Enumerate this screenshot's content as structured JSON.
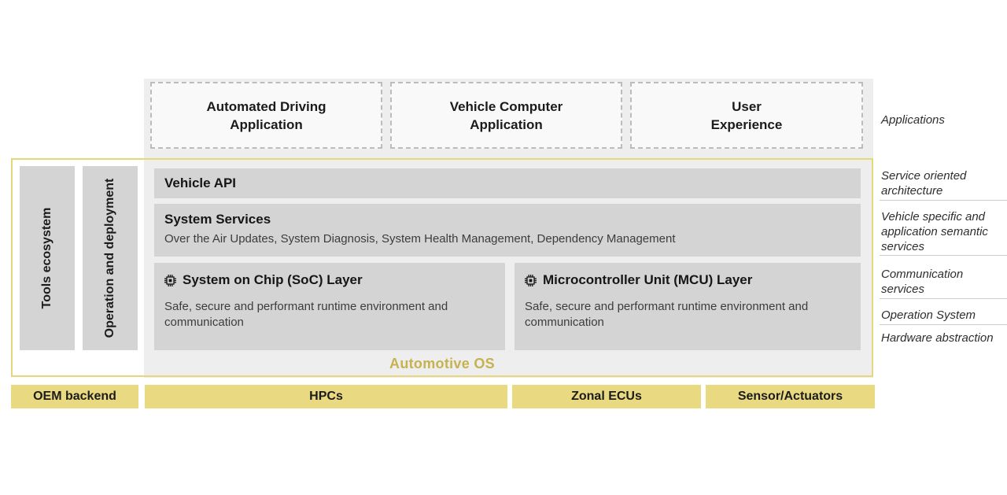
{
  "applications_row": [
    {
      "label": "Automated Driving Application"
    },
    {
      "label": "Vehicle Computer Application"
    },
    {
      "label": "User Experience"
    }
  ],
  "side_bars": [
    {
      "label": "Tools ecosystem"
    },
    {
      "label": "Operation and deployment"
    }
  ],
  "os_layers": {
    "vehicle_api": {
      "title": "Vehicle API"
    },
    "system_services": {
      "title": "System Services",
      "details": "Over the Air Updates, System Diagnosis, System Health Management, Dependency Management"
    },
    "soc_layer": {
      "title": "System on Chip (SoC) Layer",
      "details": "Safe, secure and performant runtime environment and communication"
    },
    "mcu_layer": {
      "title": "Microcontroller Unit (MCU) Layer",
      "details": "Safe, secure and performant runtime environment and communication"
    },
    "caption": "Automotive OS"
  },
  "hardware_row": [
    {
      "label": "OEM backend"
    },
    {
      "label": "HPCs"
    },
    {
      "label": "Zonal ECUs"
    },
    {
      "label": "Sensor/Actuators"
    }
  ],
  "right_annotations": [
    {
      "label": "Applications"
    },
    {
      "label": "Service oriented architecture"
    },
    {
      "label": "Vehicle specific and application semantic services"
    },
    {
      "label": "Communication services"
    },
    {
      "label": "Operation System"
    },
    {
      "label": "Hardware abstraction"
    }
  ],
  "icons": {
    "soc": "chip-icon",
    "mcu": "chip-icon"
  },
  "colors": {
    "accent_yellow": "#e9da81",
    "accent_yellow_border": "#e7d77c",
    "os_caption_text": "#c6b24f",
    "gray_block": "#d4d4d4",
    "panel_background": "#eeeeee"
  }
}
